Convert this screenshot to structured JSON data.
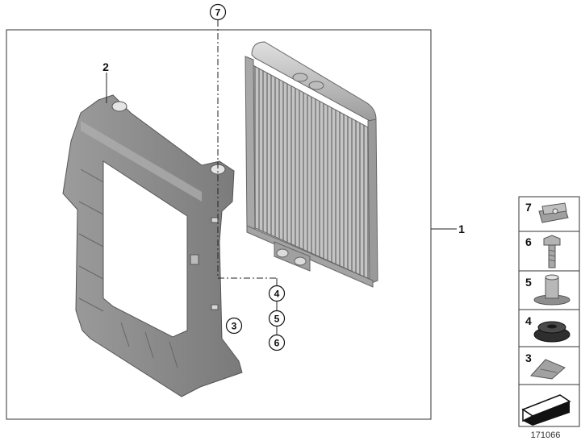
{
  "diagram": {
    "callouts": {
      "part_1": "1",
      "part_2": "2",
      "part_3": "3",
      "part_4": "4",
      "part_5": "5",
      "part_6": "6",
      "part_7": "7"
    },
    "legend": [
      {
        "number": "7",
        "icon": "clip-nut-icon"
      },
      {
        "number": "6",
        "icon": "bolt-icon"
      },
      {
        "number": "5",
        "icon": "rubber-mount-bushing-icon"
      },
      {
        "number": "4",
        "icon": "grommet-icon"
      },
      {
        "number": "3",
        "icon": "spring-clip-icon"
      },
      {
        "number": "",
        "icon": "arrow-pointer-icon"
      }
    ],
    "diagram_id": "171066"
  },
  "colors": {
    "frame": "#888888",
    "frame_dark": "#6e6e6e",
    "radiator": "#b0b0b0",
    "legend_part": "#9a9a9a"
  }
}
